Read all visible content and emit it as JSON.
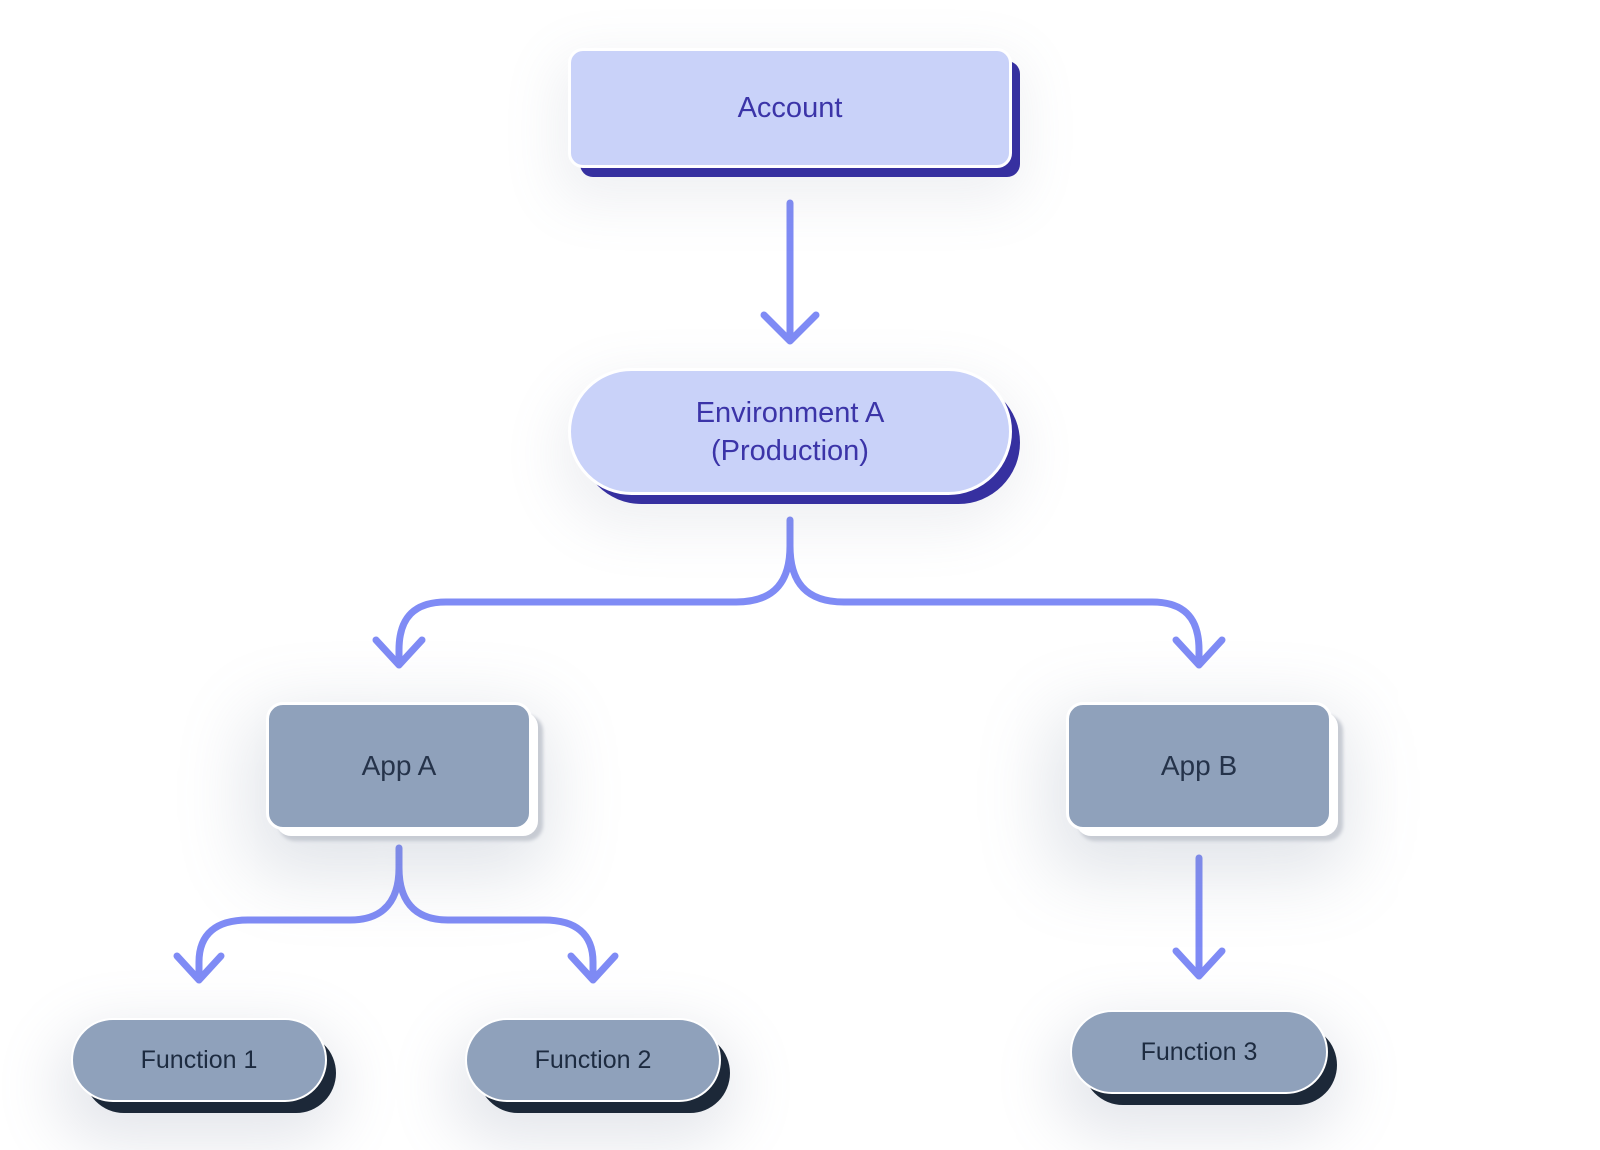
{
  "diagram": {
    "type": "hierarchy-flowchart",
    "nodes": {
      "account": {
        "label": "Account",
        "shape": "rounded-rectangle",
        "style": "lavender"
      },
      "env_a": {
        "label_line1": "Environment A",
        "label_line2": "(Production)",
        "shape": "pill",
        "style": "lavender"
      },
      "app_a": {
        "label": "App A",
        "shape": "rounded-rectangle",
        "style": "slate"
      },
      "app_b": {
        "label": "App B",
        "shape": "rounded-rectangle",
        "style": "slate"
      },
      "function_1": {
        "label": "Function 1",
        "shape": "pill",
        "style": "slate-dark-shadow"
      },
      "function_2": {
        "label": "Function 2",
        "shape": "pill",
        "style": "slate-dark-shadow"
      },
      "function_3": {
        "label": "Function 3",
        "shape": "pill",
        "style": "slate-dark-shadow"
      }
    },
    "edges": [
      {
        "from": "account",
        "to": "env_a"
      },
      {
        "from": "env_a",
        "to": "app_a"
      },
      {
        "from": "env_a",
        "to": "app_b"
      },
      {
        "from": "app_a",
        "to": "function_1"
      },
      {
        "from": "app_a",
        "to": "function_2"
      },
      {
        "from": "app_b",
        "to": "function_3"
      }
    ],
    "colors": {
      "background": "#ffffff",
      "lavender_fill": "#c9d2f9",
      "lavender_text": "#3b34a8",
      "indigo_shadow": "#3630a0",
      "slate_fill": "#8fa1bb",
      "slate_text": "#25334a",
      "dark_navy_shadow": "#1c2838",
      "arrow": "#7f8bf5",
      "node_border": "#ffffff"
    }
  }
}
